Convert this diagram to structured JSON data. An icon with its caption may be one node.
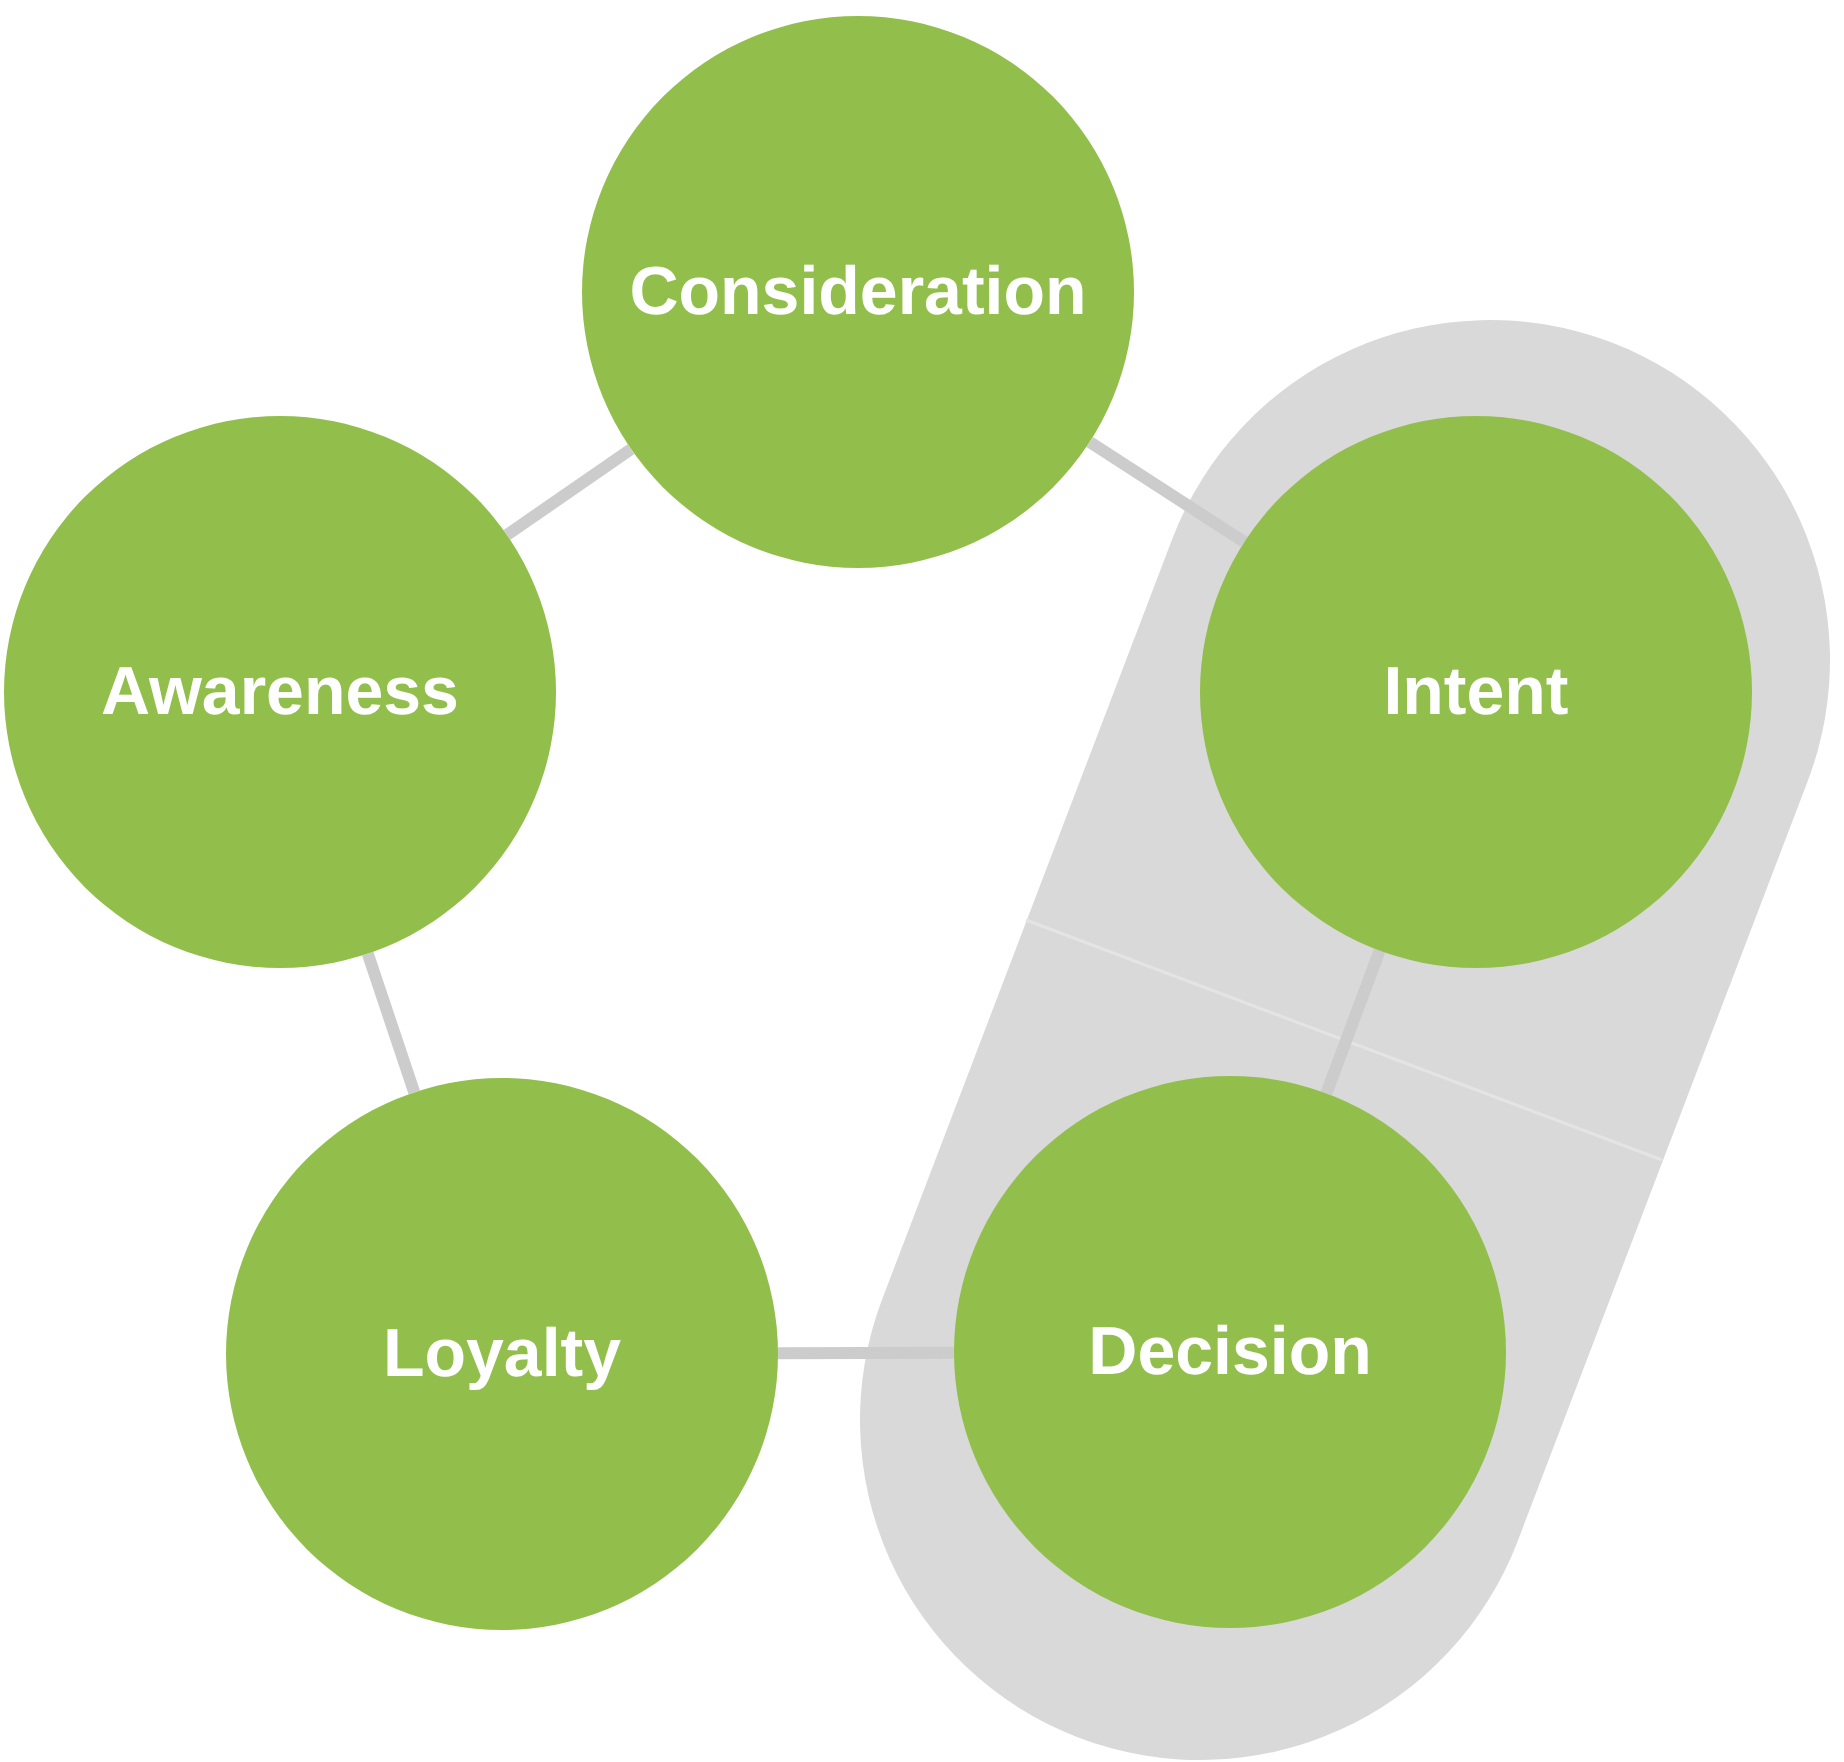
{
  "diagram": {
    "nodes": [
      {
        "text": [
          "Consideration"
        ]
      },
      {
        "text": [
          "Awareness"
        ]
      },
      {
        "text": [],
        "shape": "band"
      },
      {
        "text": [
          "Intent"
        ],
        "in": 2
      },
      {
        "text": [
          "Loyalty"
        ]
      },
      {
        "text": [
          "Decision"
        ],
        "in": 2
      }
    ],
    "edges": [
      {
        "from": 0,
        "to": 3,
        "arrow": "none"
      },
      {
        "from": 3,
        "to": 5,
        "arrow": "none"
      },
      {
        "from": 5,
        "to": 4,
        "arrow": "none"
      },
      {
        "from": 4,
        "to": 1,
        "arrow": "none"
      },
      {
        "from": 1,
        "to": 0,
        "arrow": "none"
      }
    ]
  }
}
